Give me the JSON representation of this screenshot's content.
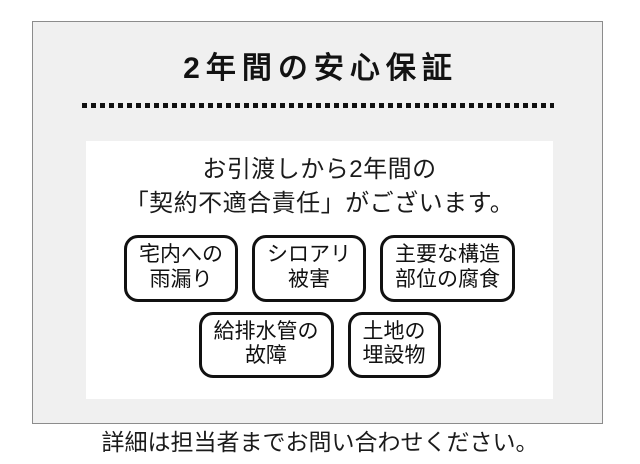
{
  "panel": {
    "title": "2年間の安心保証",
    "divider": "dotted-divider",
    "lead_line_1": "お引渡しから2年間の",
    "lead_line_2": "「契約不適合責任」がございます。",
    "chip_rows": [
      {
        "chips": [
          {
            "line_1": "宅内への",
            "line_2": "雨漏り"
          },
          {
            "line_1": "シロアリ",
            "line_2": "被害"
          },
          {
            "line_1": "主要な構造",
            "line_2": "部位の腐食"
          }
        ]
      },
      {
        "chips": [
          {
            "line_1": "給排水管の",
            "line_2": "故障"
          },
          {
            "line_1": "土地の",
            "line_2": "埋設物"
          }
        ]
      }
    ],
    "footnote": "詳細は担当者までお問い合わせください。"
  },
  "colors": {
    "panel_background": "#f0f0f0",
    "panel_border": "#8c8c8c",
    "card_background": "#ffffff",
    "text": "#1b1b1b",
    "chip_border": "#111111",
    "divider": "#111111"
  }
}
